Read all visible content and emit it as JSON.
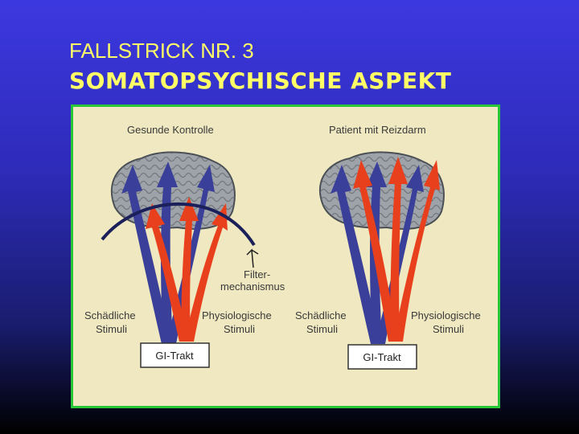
{
  "slide": {
    "title_line1": "FALLSTRICK NR. 3",
    "title_line2": "SOMATOPSYCHISCHE ASPEKT",
    "title_color": "#ffff66"
  },
  "diagram": {
    "left_panel": {
      "heading": "Gesunde Kontrolle",
      "harmful_label_1": "Schädliche",
      "harmful_label_2": "Stimuli",
      "physio_label_1": "Physiologische",
      "physio_label_2": "Stimuli",
      "source_box": "GI-Trakt",
      "filter_label_1": "Filter-",
      "filter_label_2": "mechanismus"
    },
    "right_panel": {
      "heading": "Patient mit Reizdarm",
      "harmful_label_1": "Schädliche",
      "harmful_label_2": "Stimuli",
      "physio_label_1": "Physiologische",
      "physio_label_2": "Stimuli",
      "source_box": "GI-Trakt"
    },
    "colors": {
      "harmful_arrow": "#3a3f9a",
      "physio_arrow": "#e8401c",
      "brain": "#8a9098",
      "background": "#efe8c0",
      "frame": "#29c63a"
    }
  }
}
